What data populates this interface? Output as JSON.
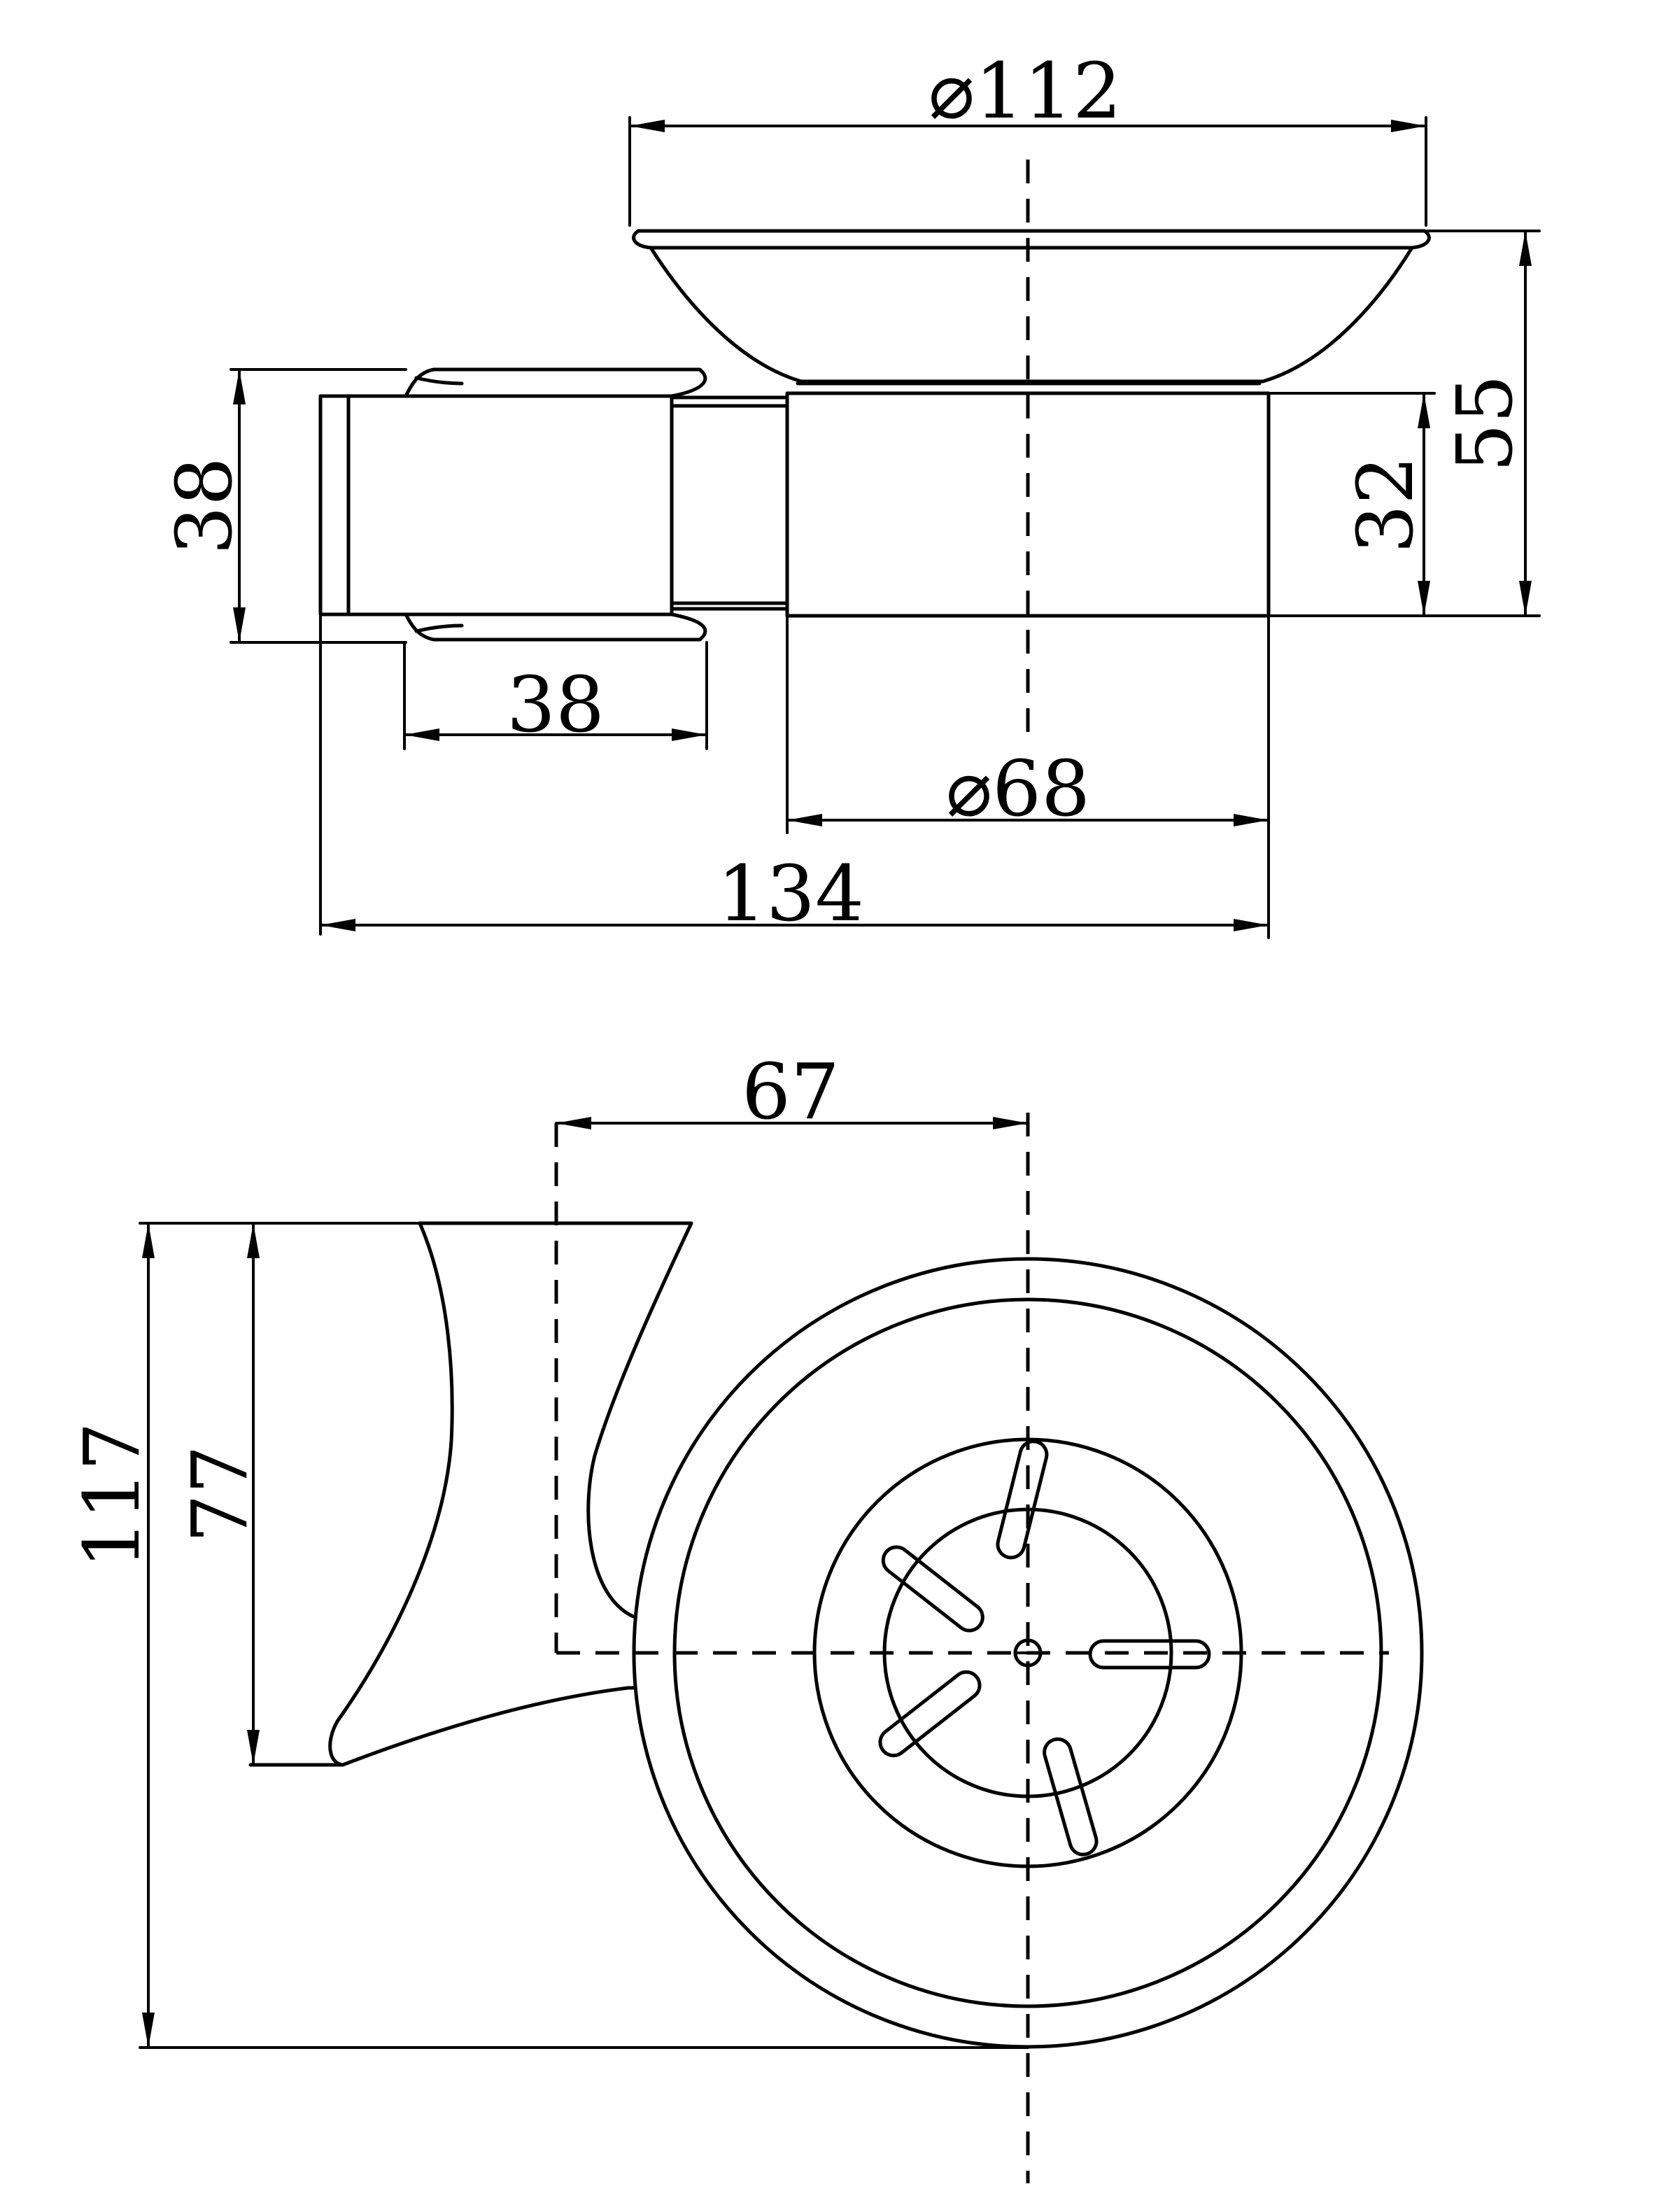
{
  "drawing": {
    "dimensions": {
      "bowl_diameter": "⌀112",
      "total_height": "55",
      "base_height": "32",
      "bracket_height": "38",
      "bracket_width": "38",
      "base_diameter": "⌀68",
      "total_length": "134",
      "center_offset": "67",
      "plan_depth": "117",
      "bracket_depth": "77"
    },
    "colors": {
      "line": "#000000",
      "background": "#ffffff"
    }
  }
}
